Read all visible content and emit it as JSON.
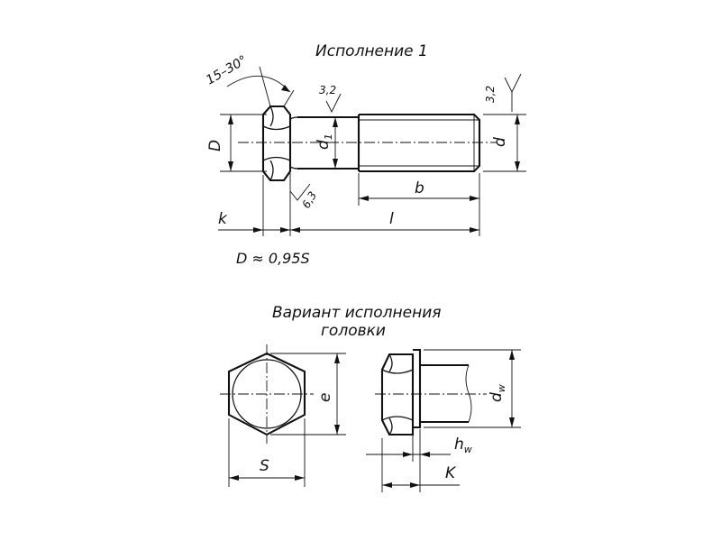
{
  "titles": {
    "version1": "Исполнение 1",
    "variant_line1": "Вариант исполнения",
    "variant_line2": "головки"
  },
  "dimensions": {
    "angle": "15–30°",
    "roughness_a": "3,2",
    "roughness_b": "3,2",
    "roughness_c": "6,3",
    "D": "D",
    "d1": "d",
    "d1_sub": "1",
    "d": "d",
    "b": "b",
    "l": "l",
    "k": "k",
    "formula": "D ≈ 0,95S",
    "e": "e",
    "S": "S",
    "dw": "d",
    "dw_sub": "w",
    "hw": "h",
    "hw_sub": "w",
    "K": "K"
  }
}
